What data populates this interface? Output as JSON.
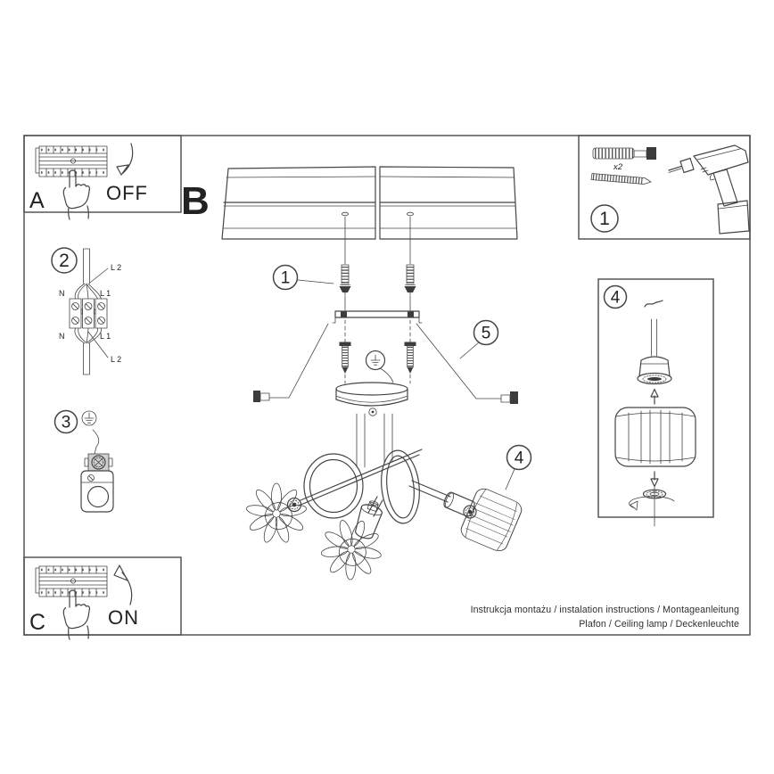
{
  "document": {
    "type": "installation-manual-page",
    "footer": {
      "line1": "Instrukcja montażu / instalation instructions / Montageanleitung",
      "line2": "Plafon / Ceiling lamp / Deckenleuchte"
    }
  },
  "panel_a": {
    "label": "A",
    "state": "OFF"
  },
  "panel_b": {
    "label": "B"
  },
  "panel_c": {
    "label": "C",
    "state": "ON"
  },
  "tools_panel": {
    "step": "1",
    "qty": "x2"
  },
  "shade_panel": {
    "step": "4"
  },
  "wiring_panel": {
    "step": "2",
    "l2_top": "L 2",
    "n_top": "N",
    "l1_top": "L 1",
    "n_bottom": "N",
    "l1_bottom": "L 1",
    "l2_bottom": "L 2"
  },
  "ground_panel": {
    "step": "3"
  },
  "callouts": {
    "s1": "1",
    "s2": "2",
    "s3": "3",
    "s4": "4",
    "s5": "5"
  },
  "colors": {
    "line": "#454545",
    "dark_fill": "#3c3c3c",
    "paper": "#ffffff"
  }
}
